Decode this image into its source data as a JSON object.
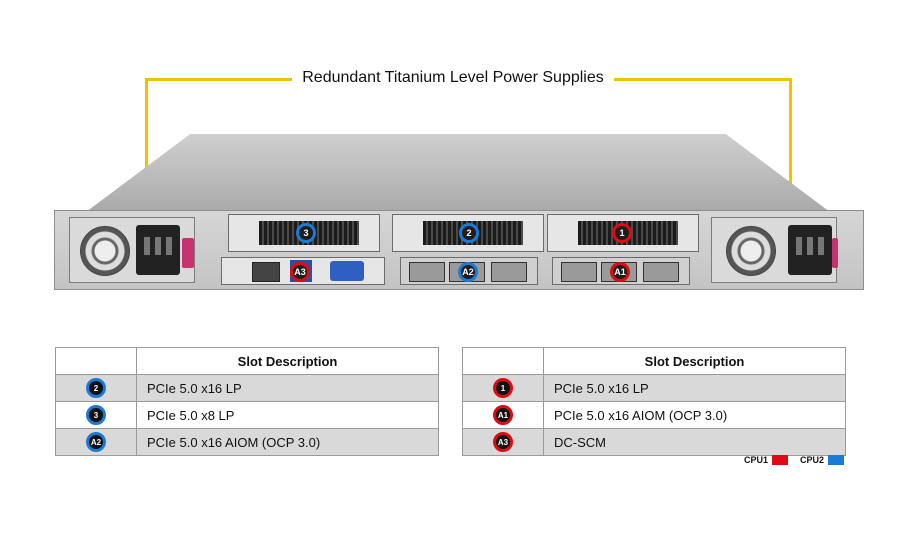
{
  "callout": {
    "label": "Redundant Titanium Level Power Supplies"
  },
  "rear_markers": {
    "slot_3": "3",
    "slot_2": "2",
    "slot_1": "1",
    "aiom_a3": "A3",
    "aiom_a2": "A2",
    "aiom_a1": "A1"
  },
  "table_left": {
    "header": "Slot Description",
    "rows": [
      {
        "badge": "2",
        "badge_color": "#1a7bd6",
        "desc": "PCIe 5.0 x16 LP"
      },
      {
        "badge": "3",
        "badge_color": "#1a7bd6",
        "desc": "PCIe 5.0 x8 LP"
      },
      {
        "badge": "A2",
        "badge_color": "#1a7bd6",
        "desc": "PCIe 5.0 x16 AIOM (OCP 3.0)"
      }
    ]
  },
  "table_right": {
    "header": "Slot Description",
    "rows": [
      {
        "badge": "1",
        "badge_color": "#e00b12",
        "desc": "PCIe 5.0 x16 LP"
      },
      {
        "badge": "A1",
        "badge_color": "#e00b12",
        "desc": "PCIe 5.0 x16 AIOM (OCP 3.0)"
      },
      {
        "badge": "A3",
        "badge_color": "#e00b12",
        "desc": "DC-SCM"
      }
    ]
  },
  "legend": {
    "cpu1_label": "CPU1",
    "cpu1_color": "#e00b12",
    "cpu2_label": "CPU2",
    "cpu2_color": "#1a7bd6"
  }
}
